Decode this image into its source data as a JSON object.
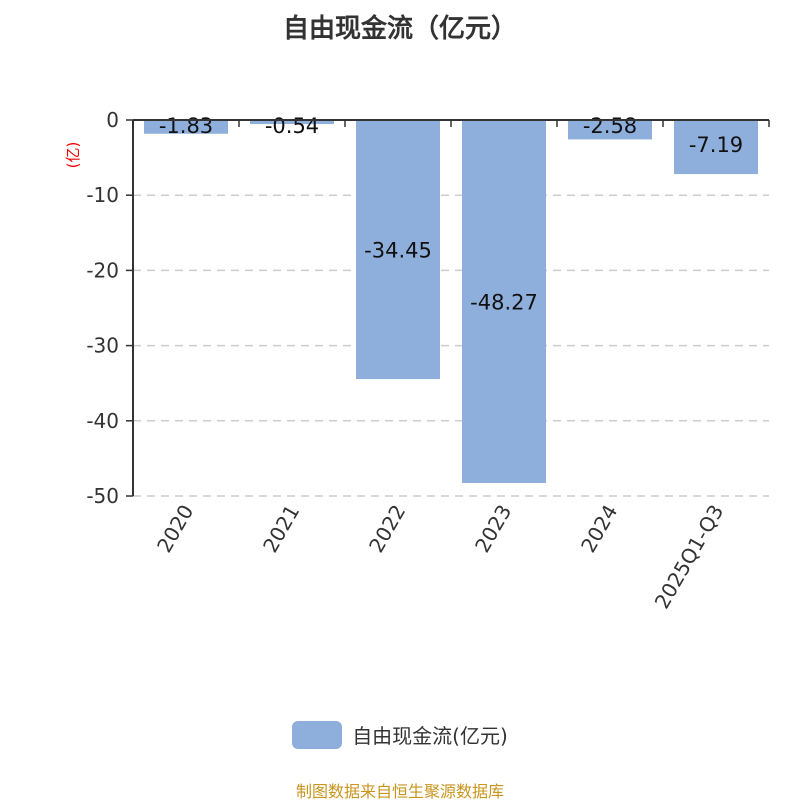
{
  "chart_data": {
    "type": "bar",
    "title": "自由现金流（亿元）",
    "ylabel": "(亿)",
    "categories": [
      "2020",
      "2021",
      "2022",
      "2023",
      "2024",
      "2025Q1-Q3"
    ],
    "series": [
      {
        "name": "自由现金流(亿元)",
        "values": [
          -1.83,
          -0.54,
          -34.45,
          -48.27,
          -2.58,
          -7.19
        ]
      }
    ],
    "data_labels": [
      "-1.83",
      "-0.54",
      "-34.45",
      "-48.27",
      "-2.58",
      "-7.19"
    ],
    "yticks": [
      "0",
      "-10",
      "-20",
      "-30",
      "-40",
      "-50"
    ],
    "ylim": [
      -50,
      0
    ],
    "grid": true,
    "legend_position": "bottom",
    "color": "#8eaedb"
  },
  "source": "制图数据来自恒生聚源数据库"
}
